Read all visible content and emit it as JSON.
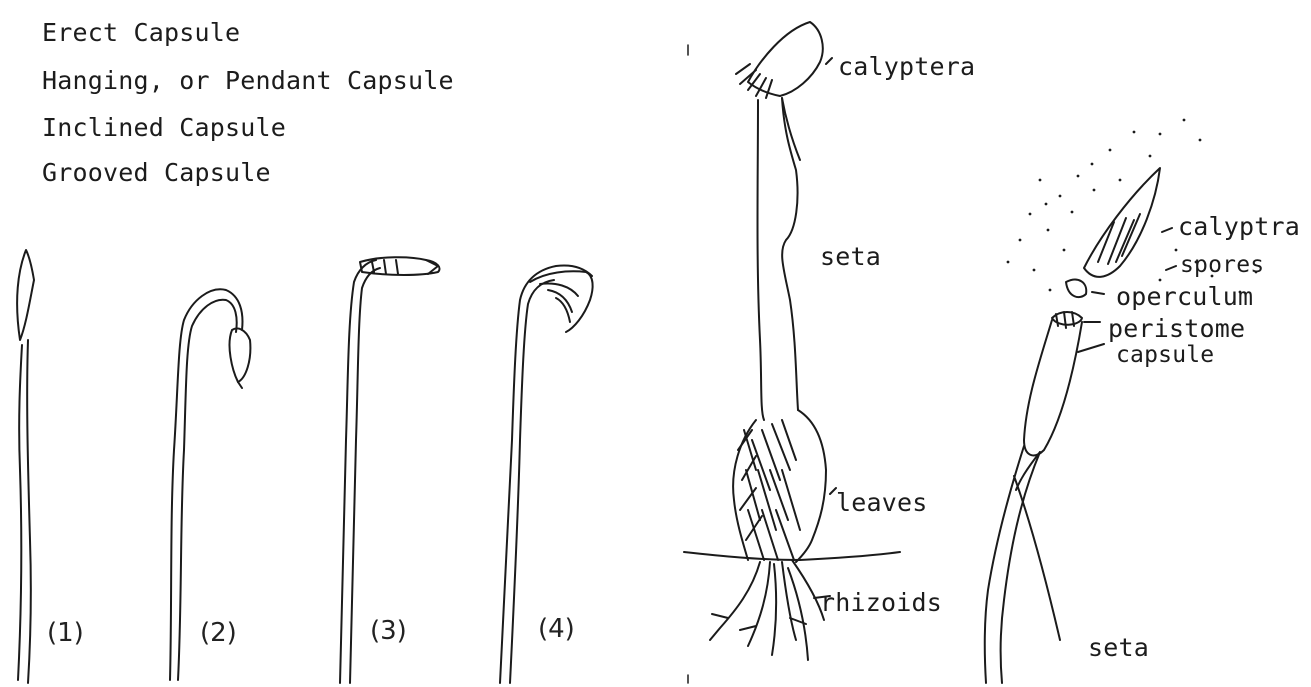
{
  "legend": {
    "items": [
      "Erect Capsule",
      "Hanging, or Pendant Capsule",
      "Inclined Capsule",
      "Grooved Capsule"
    ]
  },
  "capsule_types": {
    "numbers": [
      "(1)",
      "(2)",
      "(3)",
      "(4)"
    ]
  },
  "plant_labels": {
    "calyptera": "calyptera",
    "seta": "seta",
    "leaves": "leaves",
    "rhizoids": "rhizoids"
  },
  "detail_labels": {
    "calyptra": "calyptra",
    "spores": "spores",
    "operculum": "operculum",
    "peristome": "peristome",
    "capsule": "capsule",
    "seta": "seta"
  },
  "colors": {
    "ink": "#1b1b1b",
    "paper": "#ffffff"
  }
}
